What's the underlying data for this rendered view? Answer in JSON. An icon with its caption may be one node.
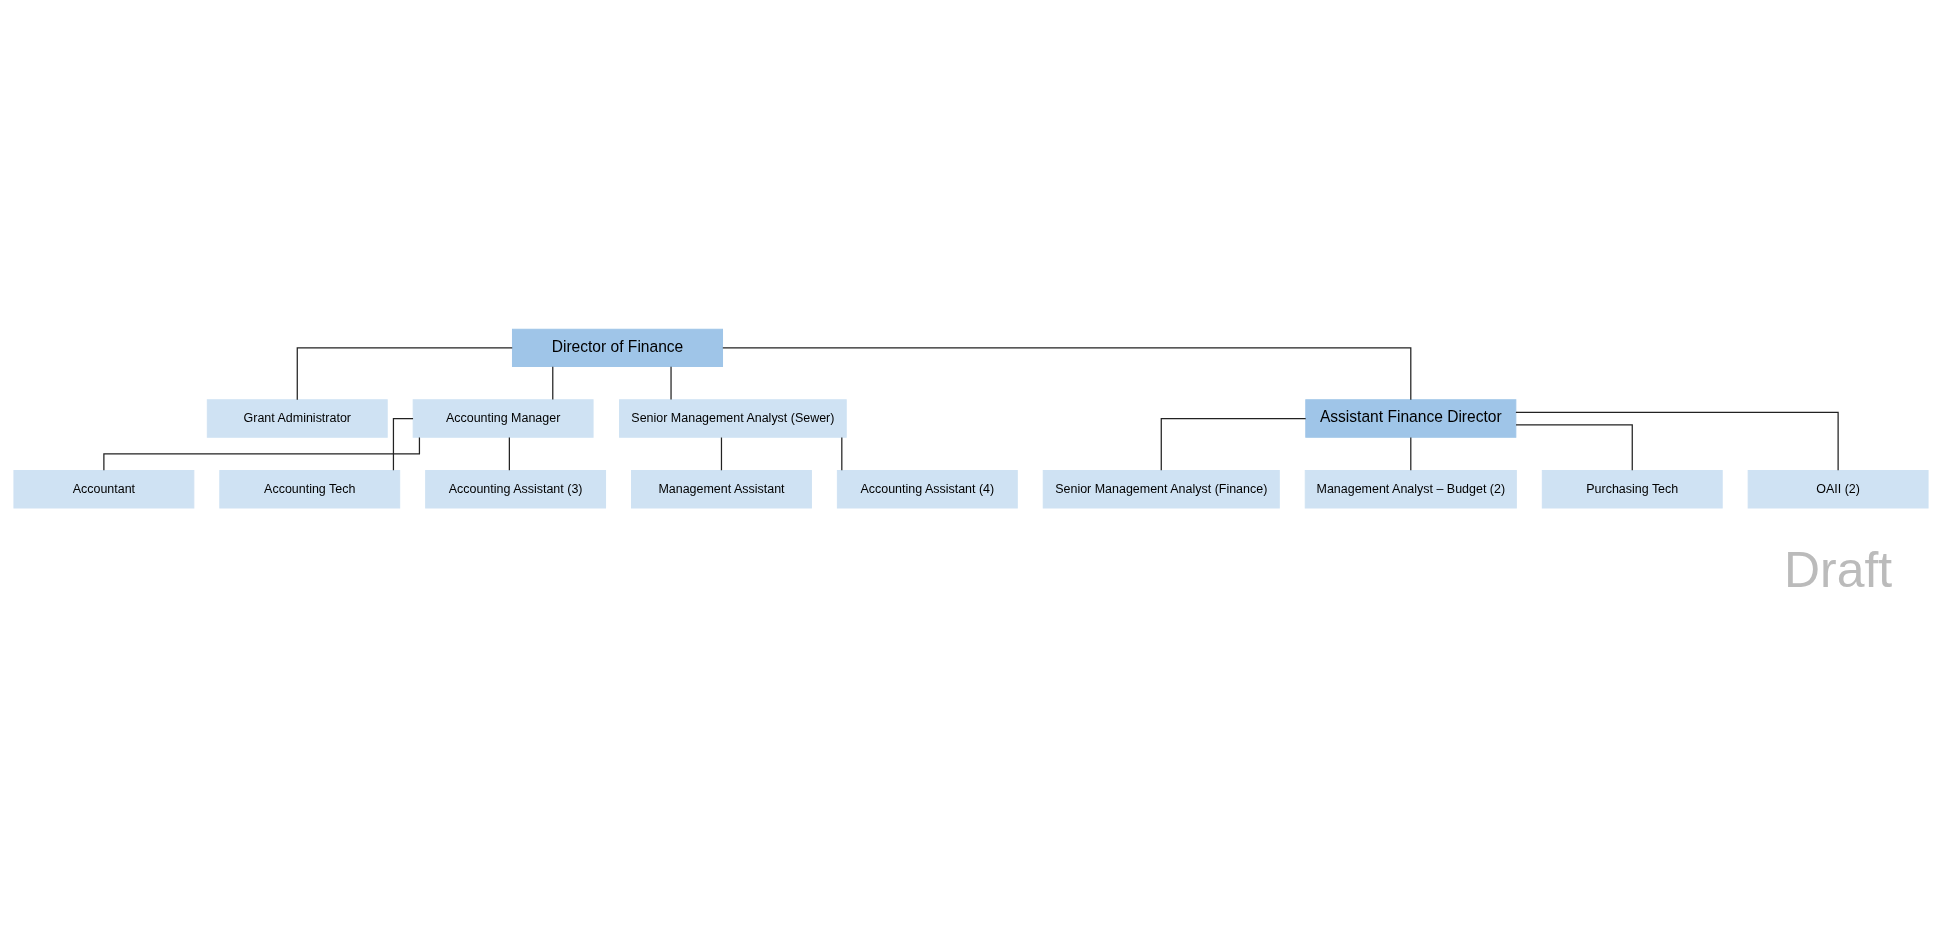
{
  "diagram": {
    "nodes": [
      {
        "text": [
          "Director of Finance"
        ]
      },
      {
        "text": [
          "Grant Administrator"
        ]
      },
      {
        "text": [
          "Accounting Manager"
        ]
      },
      {
        "text": [
          "Accountant"
        ]
      },
      {
        "text": [
          "Accounting Tech"
        ]
      },
      {
        "text": [
          "Accounting Assistant (3)"
        ]
      },
      {
        "text": [
          "Senior Management Analyst (Sewer)"
        ]
      },
      {
        "text": [
          "Management Assistant"
        ]
      },
      {
        "text": [
          "Accounting Assistant (4)"
        ]
      },
      {
        "text": [
          "Assistant Finance Director"
        ]
      },
      {
        "text": [
          "Senior Management Analyst (Finance)"
        ]
      },
      {
        "text": [
          "Management Analyst – Budget (2)"
        ]
      },
      {
        "text": [
          "Purchasing Tech"
        ]
      },
      {
        "text": [
          "OAII (2)"
        ]
      }
    ],
    "edges": [
      {
        "from": 0,
        "to": 1,
        "arrow": "none"
      },
      {
        "from": 0,
        "to": 2,
        "arrow": "none"
      },
      {
        "from": 0,
        "to": 6,
        "arrow": "none"
      },
      {
        "from": 0,
        "to": 9,
        "arrow": "none"
      },
      {
        "from": 2,
        "to": 3,
        "arrow": "none"
      },
      {
        "from": 2,
        "to": 4,
        "arrow": "none"
      },
      {
        "from": 2,
        "to": 5,
        "arrow": "none"
      },
      {
        "from": 6,
        "to": 7,
        "arrow": "none"
      },
      {
        "from": 6,
        "to": 8,
        "arrow": "none"
      },
      {
        "from": 9,
        "to": 10,
        "arrow": "none"
      },
      {
        "from": 9,
        "to": 11,
        "arrow": "none"
      },
      {
        "from": 9,
        "to": 12,
        "arrow": "none"
      },
      {
        "from": 9,
        "to": 13,
        "arrow": "none"
      }
    ],
    "labels": [
      "Draft"
    ]
  }
}
